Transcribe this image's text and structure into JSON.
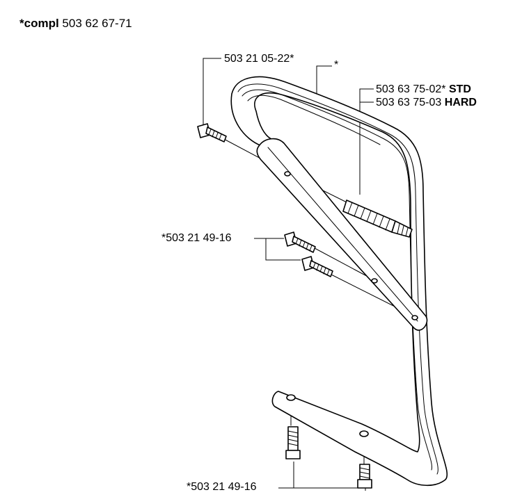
{
  "header": {
    "prefix": "*compl",
    "number": "503 62 67-71"
  },
  "labels": {
    "screw_top": "503 21 05-22*",
    "handle": "*",
    "damper_std_num": "503 63 75-02*",
    "damper_std_tag": "STD",
    "damper_hard_num": "503 63 75-03",
    "damper_hard_tag": "HARD",
    "screws_mid": "*503 21 49-16",
    "screws_bottom": "*503 21 49-16"
  }
}
